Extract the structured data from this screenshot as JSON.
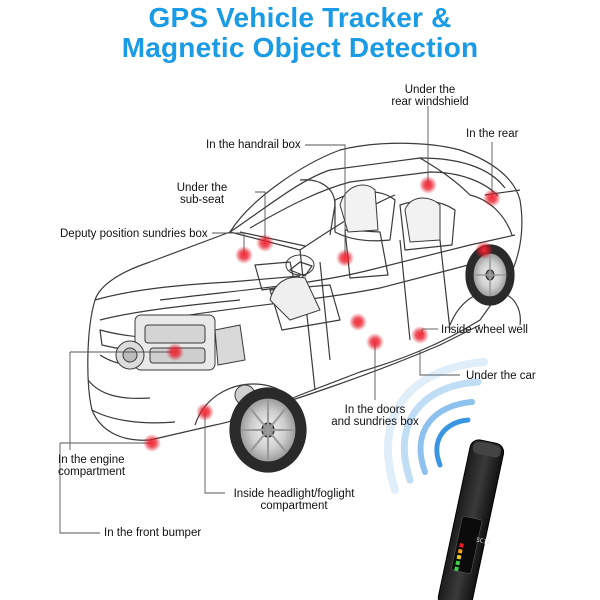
{
  "header": {
    "title_line1": "GPS Vehicle Tracker &",
    "title_line2": "Magnetic Object Detection"
  },
  "labels": {
    "rear_windshield_1": "Under the",
    "rear_windshield_2": "rear windshield",
    "rear": "In the rear",
    "handrail": "In the handrail box",
    "sub_seat_1": "Under the",
    "sub_seat_2": "sub-seat",
    "deputy": "Deputy position sundries box",
    "wheel_well": "Inside wheel well",
    "under_car": "Under the car",
    "doors_1": "In the doors",
    "doors_2": "and sundries box",
    "engine_1": "In the engine",
    "engine_2": "compartment",
    "headlight_1": "Inside headlight/foglight",
    "headlight_2": "compartment",
    "front_bumper": "In the front bumper"
  },
  "detector": {
    "screen_text": "SC18"
  },
  "colors": {
    "title": "#1a9be6",
    "marker": "#e41b2a",
    "leader": "#555555",
    "signal": "#2f8fe0"
  }
}
